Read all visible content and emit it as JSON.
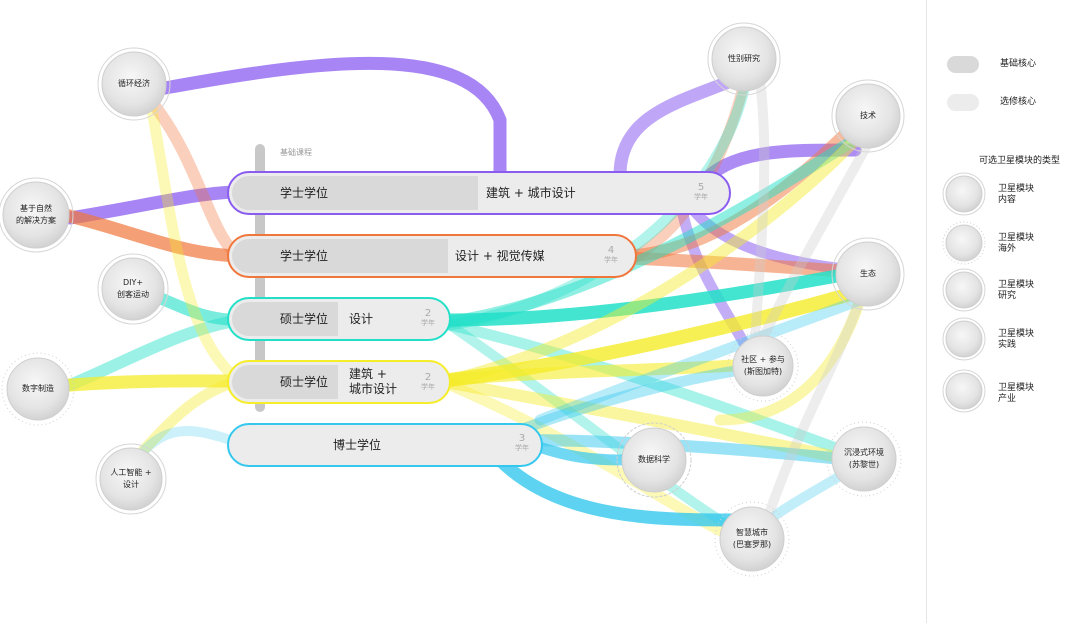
{
  "core_label": "基础课程",
  "degrees": [
    {
      "label": "学士学位",
      "program": "建筑 + 城市设计",
      "years_num": "5",
      "years_unit": "学年"
    },
    {
      "label": "学士学位",
      "program": "设计 + 视觉传媒",
      "years_num": "4",
      "years_unit": "学年"
    },
    {
      "label": "硕士学位",
      "program": "设计",
      "years_num": "2",
      "years_unit": "学年"
    },
    {
      "label": "硕士学位",
      "program": "建筑 +\n城市设计",
      "years_num": "2",
      "years_unit": "学年"
    },
    {
      "label": "博士学位",
      "program": "",
      "years_num": "3",
      "years_unit": "学年"
    }
  ],
  "modules_left": [
    {
      "label": "循环经济"
    },
    {
      "label": "基于自然\n的解决方案"
    },
    {
      "label": "DIY+\n创客运动"
    },
    {
      "label": "数字制造"
    },
    {
      "label": "人工智能 +\n设计"
    }
  ],
  "modules_right": [
    {
      "label": "性别研究"
    },
    {
      "label": "技术"
    },
    {
      "label": "生态"
    },
    {
      "label": "社区 + 参与\n(斯图加特)"
    },
    {
      "label": "数据科学"
    },
    {
      "label": "沉浸式环境\n(苏黎世)"
    },
    {
      "label": "智慧城市\n(巴塞罗那)"
    }
  ],
  "legend": {
    "core": "基础核心",
    "elective": "选修核心",
    "types_title": "可选卫星模块的类型",
    "types": [
      {
        "label": "卫星模块\n内容"
      },
      {
        "label": "卫星模块\n海外"
      },
      {
        "label": "卫星模块\n研究"
      },
      {
        "label": "卫星模块\n实践"
      },
      {
        "label": "卫星模块\n产业"
      }
    ]
  },
  "colors": {
    "purple": "#8a5cf0",
    "orange": "#f0763c",
    "teal": "#22e0c8",
    "yellow": "#f5ec2a",
    "cyan": "#35c8ee",
    "bar_fill": "#ececec",
    "bar_dark": "#d9d9d9"
  }
}
